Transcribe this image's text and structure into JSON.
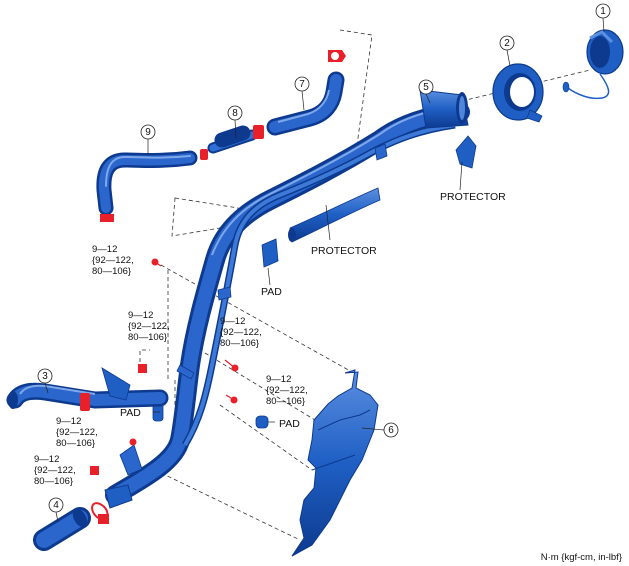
{
  "colors": {
    "part_blue": "#1f5fc4",
    "part_blue_dark": "#0d3a8f",
    "part_blue_light": "#5b8fe0",
    "clamp_red": "#e8202a",
    "line": "#333333"
  },
  "callouts": [
    {
      "id": "c1",
      "label": "1"
    },
    {
      "id": "c2",
      "label": "2"
    },
    {
      "id": "c3",
      "label": "3"
    },
    {
      "id": "c4",
      "label": "4"
    },
    {
      "id": "c5",
      "label": "5"
    },
    {
      "id": "c6",
      "label": "6"
    },
    {
      "id": "c7",
      "label": "7"
    },
    {
      "id": "c8",
      "label": "8"
    },
    {
      "id": "c9",
      "label": "9"
    }
  ],
  "labels": {
    "protector_top": "PROTECTOR",
    "protector_mid": "PROTECTOR",
    "pad_mid": "PAD",
    "pad_left": "PAD",
    "pad_right": "PAD"
  },
  "torque": {
    "line1": "9—12",
    "line2": "{92—122,",
    "line3": "80—106}"
  },
  "units": "N·m {kgf-cm, in-lbf}"
}
